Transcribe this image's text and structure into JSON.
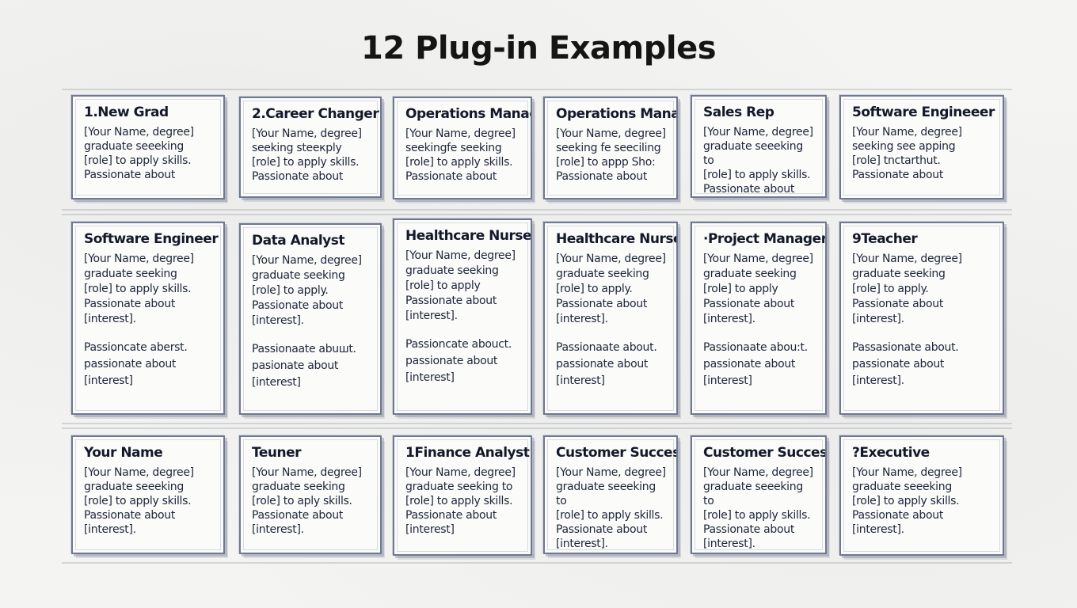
{
  "page": {
    "title": "12 Plug-in Examples"
  },
  "rows": [
    {
      "cards": [
        {
          "title": "1.New Grad",
          "body": "[Your Name, degree]\ngraduate seeeking\n[role] to apply skills.\nPassionate about"
        },
        {
          "title": "2.Career Changer",
          "body": "[Your Name, degree]\nseeking steeкply\n[role] to apply skills.\nPassionate about"
        },
        {
          "title": "Operations Manager",
          "body": "[Your Name, degree]\nseekingfe seeking\n[role] to apply skills.\nPassionate about"
        },
        {
          "title": "Operations Manager",
          "body": "[Your Name, degree]\nseeking fe seeciling\n[role] to appр Sho:\nPassionate about"
        },
        {
          "title": "Sales Rep",
          "body": "[Your Name, degree]\ngraduate seeeking to\n[role] to apply skills.\nPassionate about"
        },
        {
          "title": "5oftware Engineeer",
          "body": "[Your Name, degree]\nseeking  see apping\n[role] tnctarthut.\nPassionate about"
        }
      ]
    },
    {
      "cards": [
        {
          "title": "Software Engineer",
          "body": "[Your Name, degree]\ngraduate seeking\n[role] to apply skills.\nPassionate about\n[interest].",
          "extra": "Passioncate aberst.\npassionate about\n[interest]"
        },
        {
          "title": "Data Analyst",
          "body": "[Your Name, degree]\ngraduate seeking\n[role] to apply.\nPassionate about\n[interest].",
          "extra": "Passionaate abuшt.\npasionate about\n[interest]"
        },
        {
          "title": "Healthcare Nurse",
          "body": "[Your Name, degree]\ngraduate seeking\n[role] to apply\nPassionate about\n[interest].",
          "extra": "Passioncate abouct.\npassionate about\n[interest]"
        },
        {
          "title": "Healthcare Nurse",
          "body": "[Your Name, degree]\ngraduate seeking\n[role] to apply.\nPassionate about\n[interest].",
          "extra": "Passionaate about.\npassionate about\n[interest]"
        },
        {
          "title": "·Project Manager",
          "body": "[Your Name, degree]\ngraduate seeking\n[role] to apply\nPassionate about\n[interest].",
          "extra": "Passionaate abou:t.\npassionate about\n[interest]"
        },
        {
          "title": "9Teacher",
          "body": "[Your Name, degree]\ngraduate seeking\n[role] to apply.\nPassionate about\n[interest].",
          "extra": "Passasionate about.\npassionate about\n[interest]."
        }
      ]
    },
    {
      "cards": [
        {
          "title": "Your Name",
          "body": "[Your Name, degree]\ngraduate seeeking\n[role] to apply skills.\nPassionate about\n[interest]."
        },
        {
          "title": "Teuner",
          "body": "[Your Name, degree]\ngraduate seeking\n[role] to aply skills.\nPassionate about\n[interest]."
        },
        {
          "title": "1Finance Analyst",
          "body": "[Your Name, degree]\ngraduate seeking to\n[role] to apply skills.\nPassionate about\n[interest]"
        },
        {
          "title": "Customer Success",
          "body": "[Your Name, degree]\ngraduate seeeking to\n[role] to apply skills.\nPassionate about\n[interest]."
        },
        {
          "title": "Customer Success",
          "body": "[Your Name, degree]\ngraduate seeeking to\n[role] to apply skills.\nPassionate about\n[interest]."
        },
        {
          "title": "?Executive",
          "body": "[Your Name, degree]\ngraduate seeeking\n[role] to apply skills.\nPassionate about\n[interest]."
        }
      ]
    }
  ]
}
